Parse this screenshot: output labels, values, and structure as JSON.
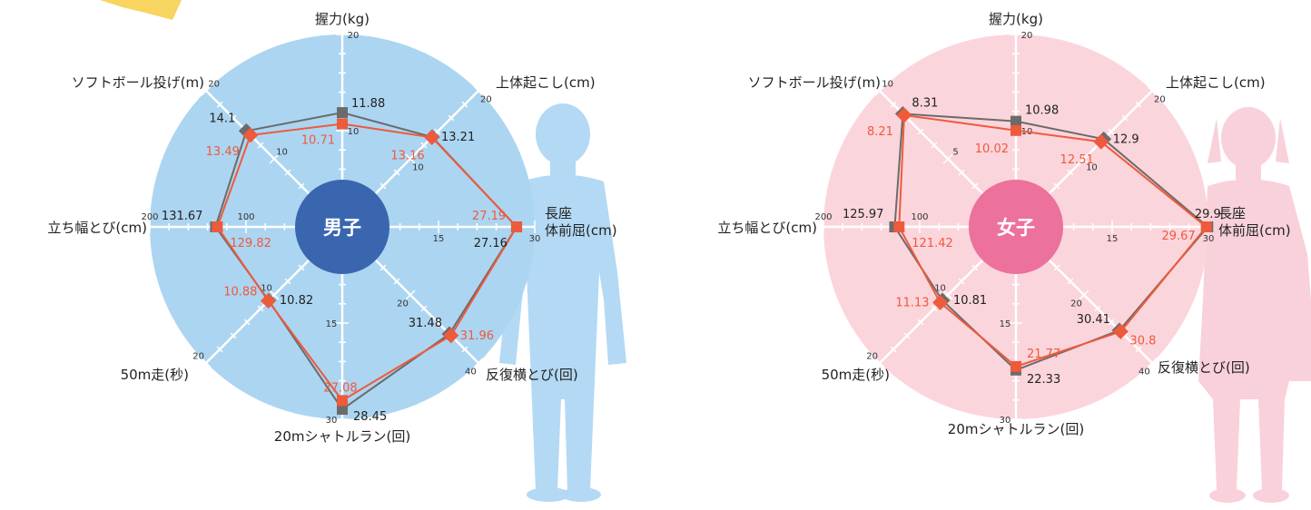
{
  "colors": {
    "male_bg": "#acd5f1",
    "female_bg": "#fbd5dc",
    "male_center": "#3a66b0",
    "female_center": "#ec719c",
    "series_gray": "#6b6b6b",
    "series_red": "#ee5a3c",
    "silhouette_male": "#b3d9f4",
    "silhouette_female": "#f9d1da",
    "star": "#f8d460"
  },
  "chart_data": [
    {
      "type": "radar",
      "center_label": "男子",
      "axes": [
        {
          "label": "握力(kg)",
          "max": 20,
          "ticks": [
            {
              "v": 10,
              "t": "10"
            },
            {
              "v": 20,
              "t": "20"
            }
          ]
        },
        {
          "label": "上体起こし(cm)",
          "max": 20,
          "ticks": [
            {
              "v": 10,
              "t": "10"
            },
            {
              "v": 20,
              "t": "20"
            }
          ]
        },
        {
          "label": "長座\n体前屈(cm)",
          "max": 30,
          "ticks": [
            {
              "v": 15,
              "t": "15"
            },
            {
              "v": 30,
              "t": "30"
            }
          ]
        },
        {
          "label": "反復横とび(回)",
          "max": 40,
          "ticks": [
            {
              "v": 20,
              "t": "20"
            },
            {
              "v": 40,
              "t": "40"
            }
          ]
        },
        {
          "label": "20mシャトルラン(回)",
          "max": 30,
          "ticks": [
            {
              "v": 15,
              "t": "15"
            },
            {
              "v": 30,
              "t": "30"
            }
          ]
        },
        {
          "label": "50m走(秒)",
          "max": 20,
          "ticks": [
            {
              "v": 10,
              "t": "10"
            },
            {
              "v": 20,
              "t": "20"
            }
          ]
        },
        {
          "label": "立ち幅とび(cm)",
          "max": 200,
          "ticks": [
            {
              "v": 100,
              "t": "100"
            },
            {
              "v": 200,
              "t": "200"
            }
          ]
        },
        {
          "label": "ソフトボール投げ(m)",
          "max": 20,
          "ticks": [
            {
              "v": 10,
              "t": "10"
            },
            {
              "v": 20,
              "t": "20"
            }
          ]
        }
      ],
      "series": [
        {
          "values": [
            11.88,
            13.21,
            27.16,
            31.48,
            28.45,
            10.82,
            131.67,
            14.1
          ],
          "labels": [
            "11.88",
            "13.21",
            "27.16",
            "31.48",
            "28.45",
            "10.82",
            "131.67",
            "14.1"
          ]
        },
        {
          "values": [
            10.71,
            13.16,
            27.19,
            31.96,
            27.08,
            10.88,
            129.82,
            13.49
          ],
          "labels": [
            "10.71",
            "13.16",
            "27.19",
            "31.96",
            "27.08",
            "10.88",
            "129.82",
            "13.49"
          ]
        }
      ]
    },
    {
      "type": "radar",
      "center_label": "女子",
      "axes": [
        {
          "label": "握力(kg)",
          "max": 20,
          "ticks": [
            {
              "v": 10,
              "t": "10"
            },
            {
              "v": 20,
              "t": "20"
            }
          ]
        },
        {
          "label": "上体起こし(cm)",
          "max": 20,
          "ticks": [
            {
              "v": 10,
              "t": "10"
            },
            {
              "v": 20,
              "t": "20"
            }
          ]
        },
        {
          "label": "長座\n体前屈(cm)",
          "max": 30,
          "ticks": [
            {
              "v": 15,
              "t": "15"
            },
            {
              "v": 30,
              "t": "30"
            }
          ]
        },
        {
          "label": "反復横とび(回)",
          "max": 40,
          "ticks": [
            {
              "v": 20,
              "t": "20"
            },
            {
              "v": 40,
              "t": "40"
            }
          ]
        },
        {
          "label": "20mシャトルラン(回)",
          "max": 30,
          "ticks": [
            {
              "v": 15,
              "t": "15"
            },
            {
              "v": 30,
              "t": "30"
            }
          ]
        },
        {
          "label": "50m走(秒)",
          "max": 20,
          "ticks": [
            {
              "v": 10,
              "t": "10"
            },
            {
              "v": 20,
              "t": "20"
            }
          ]
        },
        {
          "label": "立ち幅とび(cm)",
          "max": 200,
          "ticks": [
            {
              "v": 100,
              "t": "100"
            },
            {
              "v": 200,
              "t": "200"
            }
          ]
        },
        {
          "label": "ソフトボール投げ(m)",
          "max": 10,
          "ticks": [
            {
              "v": 5,
              "t": "5"
            },
            {
              "v": 10,
              "t": "10"
            }
          ]
        }
      ],
      "series": [
        {
          "values": [
            10.98,
            12.9,
            29.9,
            30.41,
            22.33,
            10.81,
            125.97,
            8.31
          ],
          "labels": [
            "10.98",
            "12.9",
            "29.9",
            "30.41",
            "22.33",
            "10.81",
            "125.97",
            "8.31"
          ]
        },
        {
          "values": [
            10.02,
            12.51,
            29.67,
            30.8,
            21.77,
            11.13,
            121.42,
            8.21
          ],
          "labels": [
            "10.02",
            "12.51",
            "29.67",
            "30.8",
            "21.77",
            "11.13",
            "121.42",
            "8.21"
          ]
        }
      ]
    }
  ]
}
